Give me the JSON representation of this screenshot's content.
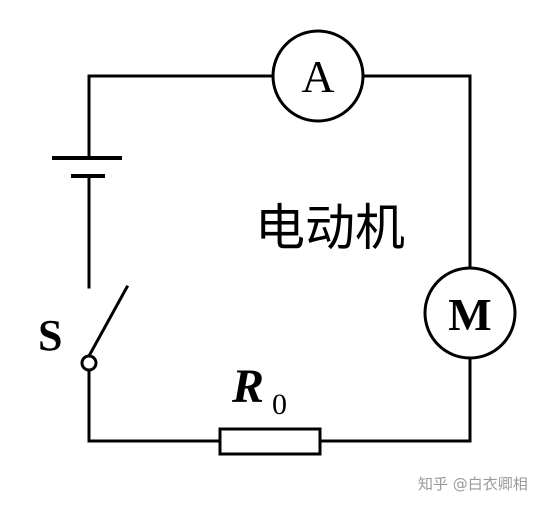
{
  "diagram": {
    "ammeter_symbol": "A",
    "motor_symbol": "M",
    "motor_label": "电动机",
    "switch_label": "S",
    "resistor_label": "R",
    "resistor_subscript": "0"
  },
  "watermark": {
    "text": "知乎 @白衣卿相"
  },
  "colors": {
    "line": "#000000",
    "background": "#ffffff",
    "watermark": "#9a9a9a"
  }
}
